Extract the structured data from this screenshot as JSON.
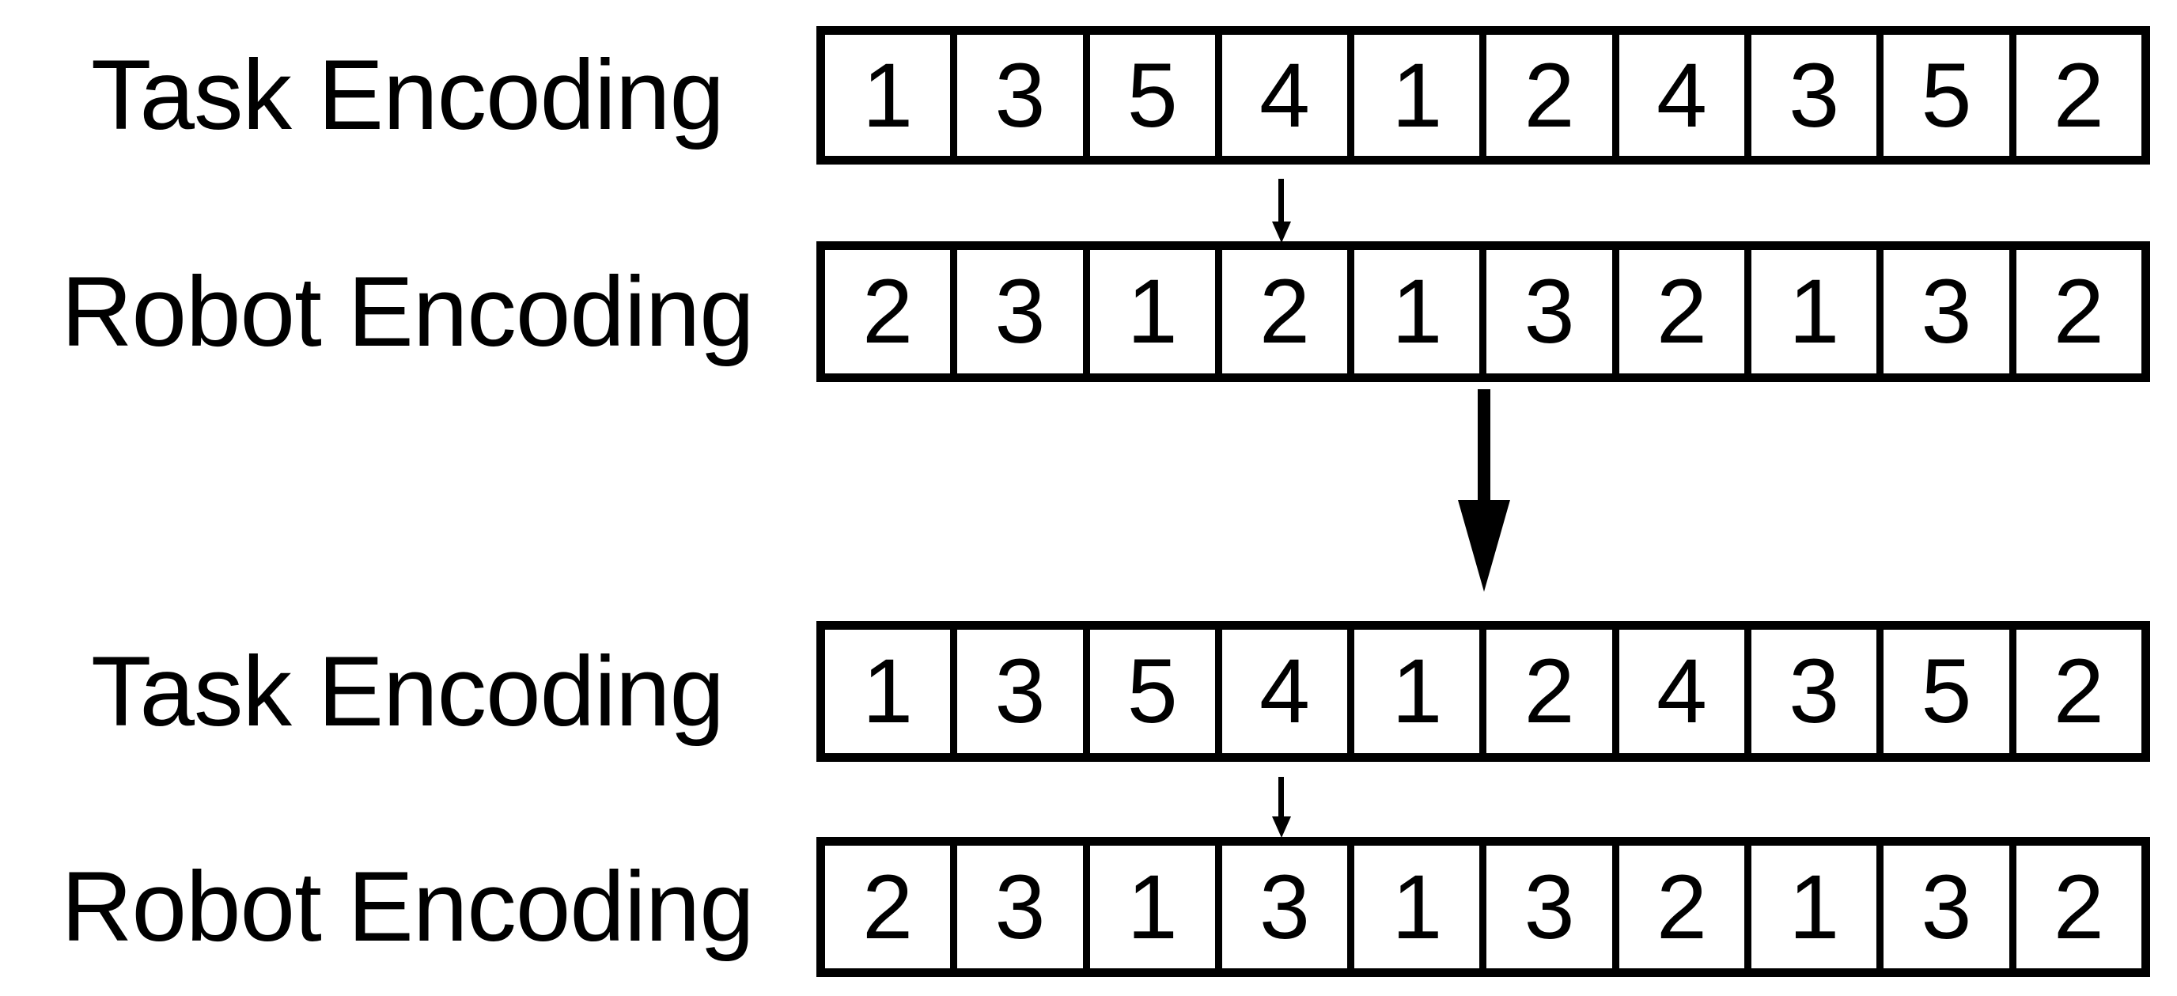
{
  "colors": {
    "ink": "#000000",
    "background": "#ffffff"
  },
  "grids": [
    {
      "label": "Task Encoding",
      "values": [
        "1",
        "3",
        "5",
        "4",
        "1",
        "2",
        "4",
        "3",
        "5",
        "2"
      ]
    },
    {
      "label": "Robot Encoding",
      "values": [
        "2",
        "3",
        "1",
        "2",
        "1",
        "3",
        "2",
        "1",
        "3",
        "2"
      ]
    },
    {
      "label": "Task Encoding",
      "values": [
        "1",
        "3",
        "5",
        "4",
        "1",
        "2",
        "4",
        "3",
        "5",
        "2"
      ]
    },
    {
      "label": "Robot Encoding",
      "values": [
        "2",
        "3",
        "1",
        "3",
        "1",
        "3",
        "2",
        "1",
        "3",
        "2"
      ]
    }
  ],
  "arrows": [
    {
      "type": "small-down-arrow",
      "points_to_cell_index": 3,
      "between": [
        "Task Encoding (top)",
        "Robot Encoding (top)"
      ]
    },
    {
      "type": "large-down-arrow",
      "meaning": "transformation from top pair to bottom pair"
    },
    {
      "type": "small-down-arrow",
      "points_to_cell_index": 3,
      "between": [
        "Task Encoding (bottom)",
        "Robot Encoding (bottom)"
      ]
    }
  ],
  "mutation": {
    "row": "Robot Encoding",
    "cell_index": 3,
    "before_value": "2",
    "after_value": "3"
  }
}
